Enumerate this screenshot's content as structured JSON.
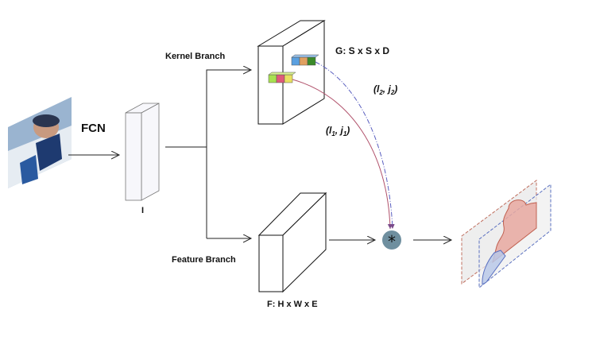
{
  "labels": {
    "fcn": "FCN",
    "input_feature": "I",
    "kernel_branch": "Kernel Branch",
    "feature_branch": "Feature Branch",
    "kernel_grid": "G: S x S x D",
    "feature_map": "F: H x W x E",
    "conv_symbol": "*",
    "loc2": {
      "open": "(l",
      "sub1": "2",
      "mid": ", j",
      "sub2": "2",
      "close": ")"
    },
    "loc1": {
      "open": "(l",
      "sub1": "1",
      "mid": ", j",
      "sub2": "1",
      "close": ")"
    }
  },
  "colors": {
    "path1": "#b0506a",
    "path2": "#5a5fc0",
    "conv_node": "#6f8f9f",
    "mask_red": "#e8a8a0",
    "mask_blue": "#b8c8e8"
  }
}
